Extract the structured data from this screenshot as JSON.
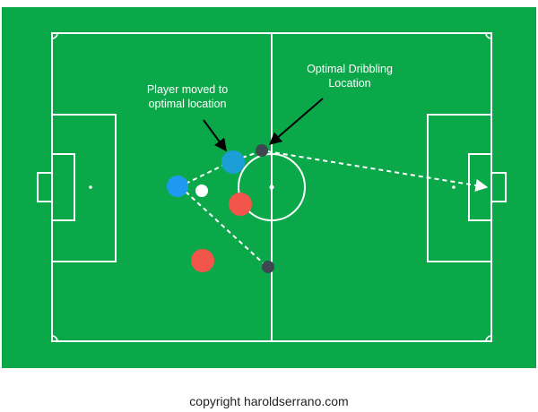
{
  "annotations": {
    "player_moved_line1": "Player moved to",
    "player_moved_line2": "optimal location",
    "dribbling_line1": "Optimal Dribbling",
    "dribbling_line2": "Location"
  },
  "footer": {
    "copyright": "copyright haroldserrano.com"
  },
  "colors": {
    "pitch": "#0BA84A",
    "lines": "#ffffff",
    "blue_player": "#1E9BF0",
    "teal_player": "#1B9FD6",
    "red_player": "#F2564B",
    "marker": "#3E4650",
    "ball": "#ffffff"
  },
  "elements": {
    "blue_players": 2,
    "red_players": 2,
    "markers": 2,
    "balls": 1
  }
}
